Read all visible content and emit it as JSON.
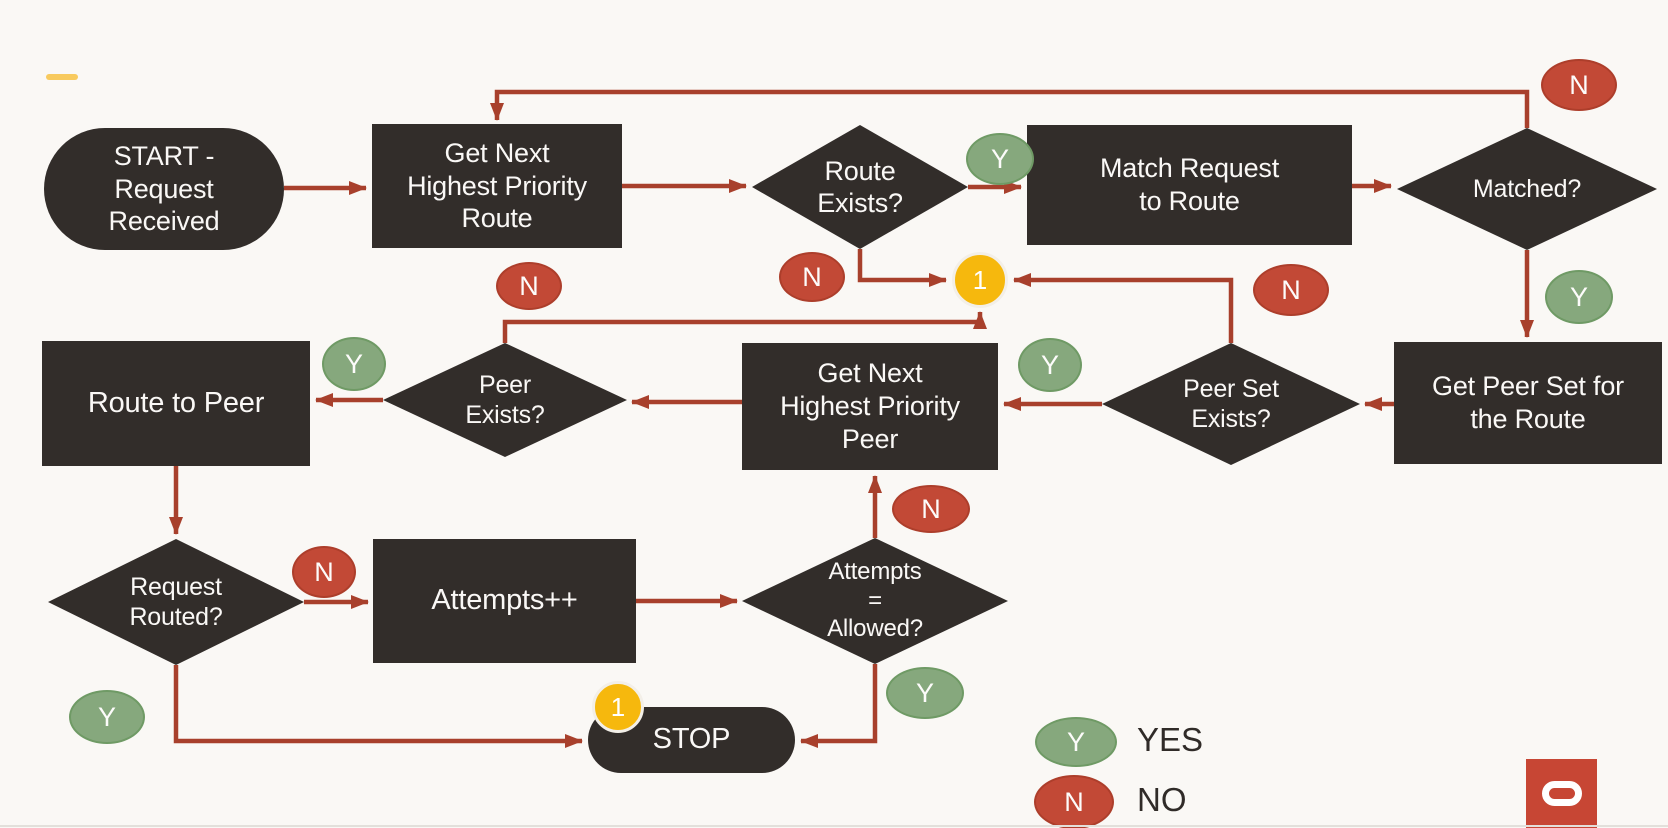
{
  "nodes": {
    "start": "START -\nRequest\nReceived",
    "get_next_route": "Get Next\nHighest Priority\nRoute",
    "route_exists": "Route\nExists?",
    "match_request": "Match Request\nto Route",
    "matched": "Matched?",
    "get_peer_set": "Get Peer Set for\nthe Route",
    "peer_set_exists": "Peer Set\nExists?",
    "get_next_peer": "Get Next\nHighest Priority\nPeer",
    "peer_exists": "Peer\nExists?",
    "route_to_peer": "Route to Peer",
    "request_routed": "Request\nRouted?",
    "attempts_increment": "Attempts++",
    "attempts_allowed": "Attempts\n=\nAllowed?",
    "stop": "STOP"
  },
  "badges": {
    "yes": "Y",
    "no": "N"
  },
  "connector_label": "1",
  "legend": {
    "yes_label": "YES",
    "no_label": "NO"
  },
  "icons": {
    "logo": "oracle-logo"
  },
  "colors": {
    "background": "#faf8f5",
    "shape_dark": "#322d2a",
    "arrow_red": "#a8402c",
    "yes_green": "#86a87d",
    "no_red": "#c24936",
    "connector_yellow": "#f6b80d",
    "oracle_red": "#c74634",
    "accent_dash": "#f8ca5e",
    "text_light": "#faf8f6",
    "text_dark": "#302b28"
  }
}
